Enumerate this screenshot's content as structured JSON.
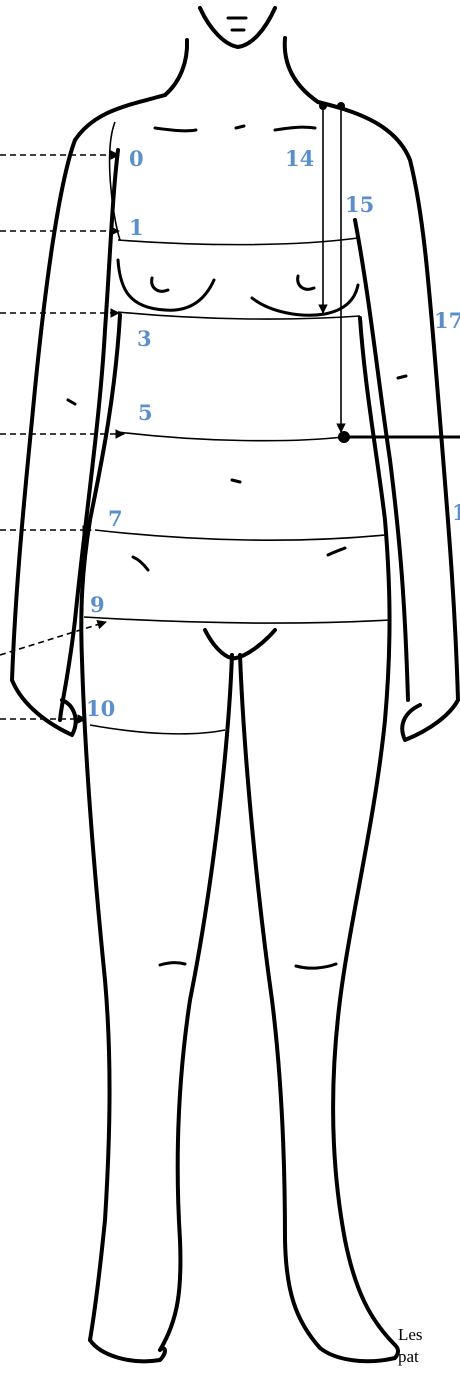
{
  "diagram": {
    "label_color": "#5b8fcc",
    "line_color": "#000000",
    "markers": {
      "m0": "0",
      "m1": "1",
      "m3": "3",
      "m5": "5",
      "m7": "7",
      "m9": "9",
      "m10": "10",
      "m14": "14",
      "m15": "15",
      "m17": "17",
      "m19": "1"
    },
    "footnote": {
      "line1": "Les",
      "line2": "pat"
    }
  }
}
